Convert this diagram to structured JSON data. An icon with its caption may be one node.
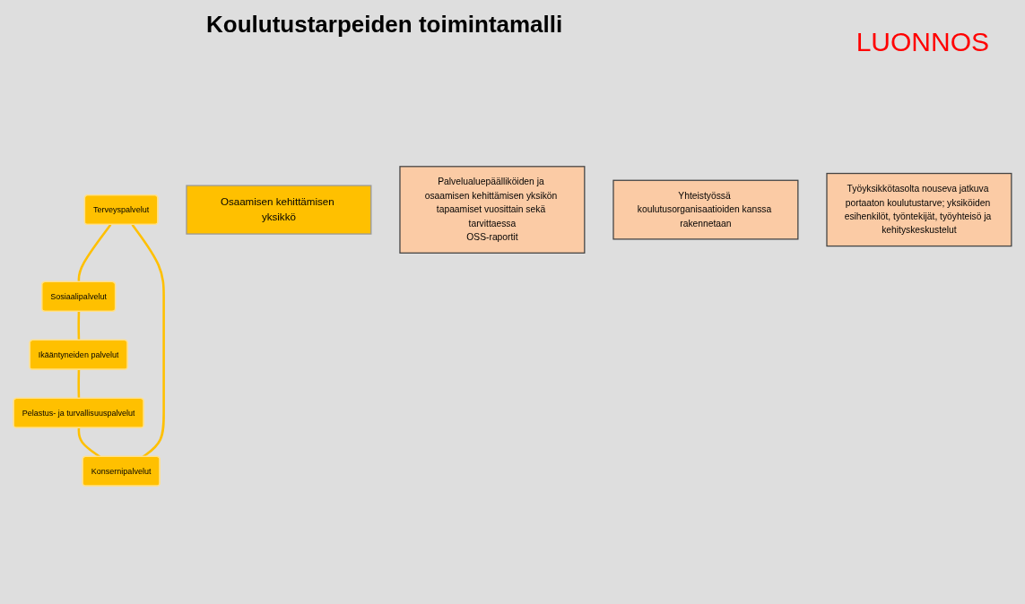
{
  "diagram": {
    "title": "Koulutustarpeiden toimintamalli",
    "nodes": [
      {
        "text": [
          "Terveyspalvelut"
        ]
      },
      {
        "text": [
          "Sosiaalipalvelut"
        ]
      },
      {
        "text": [
          "Konsernipalvelut"
        ]
      },
      {
        "text": [
          "Osaamisen kehittämisen yksikkö"
        ]
      },
      {
        "text": [
          "Ikääntyneiden palvelut"
        ]
      },
      {
        "text": [
          "Pelastus- ja turvallisuuspalvelut"
        ]
      },
      {
        "text": [
          "Palvelualuepäälliköiden ja osaamisen kehittämisen yksikön tapaamiset vuosittain sekä tarvittaessa",
          "OSS-raportit"
        ]
      },
      {
        "text": [
          "Yhteistyössä koulutusorganisaatioiden kanssa rakennetaan"
        ]
      },
      {
        "text": [
          "Työyksikkötasolta nouseva jatkuva portaaton koulutustarve; yksiköiden esihenkilöt, työntekijät, työyhteisö ja kehityskeskustelut"
        ]
      }
    ],
    "edges": [
      {
        "from": 0,
        "to": 1,
        "arrow": "none"
      },
      {
        "from": 1,
        "to": 4,
        "arrow": "none"
      },
      {
        "from": 4,
        "to": 5,
        "arrow": "none"
      },
      {
        "from": 5,
        "to": 2,
        "arrow": "none"
      },
      {
        "from": 2,
        "to": 0,
        "arrow": "none"
      }
    ],
    "labels": [
      "LUONNOS"
    ]
  }
}
